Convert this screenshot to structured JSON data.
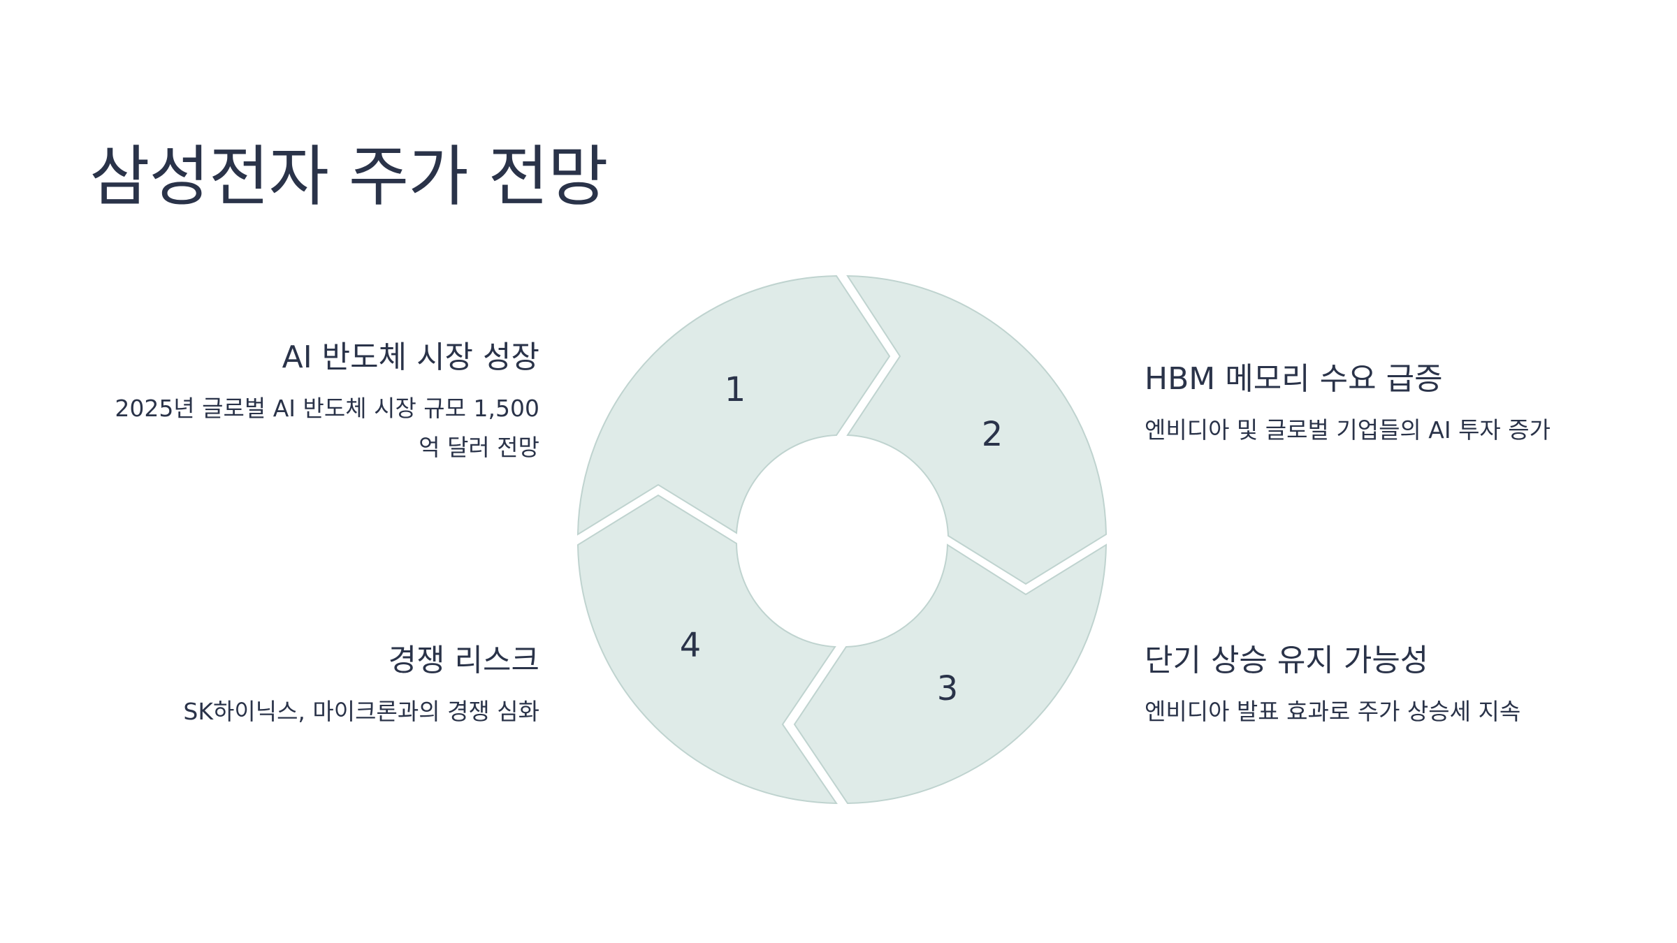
{
  "slide": {
    "title": "삼성전자 주가 전망"
  },
  "cycle": {
    "steps": [
      {
        "number": "1",
        "heading": "AI 반도체 시장 성장",
        "text": "2025년 글로벌 AI 반도체 시장 규모 1,500 억 달러 전망"
      },
      {
        "number": "2",
        "heading": "HBM 메모리 수요 급증",
        "text": "엔비디아 및 글로벌 기업들의 AI 투자 증가"
      },
      {
        "number": "3",
        "heading": "단기 상승 유지 가능성",
        "text": "엔비디아 발표 효과로 주가 상승세 지속"
      },
      {
        "number": "4",
        "heading": "경쟁 리스크",
        "text": "SK하이닉스, 마이크론과의 경쟁 심화"
      }
    ]
  },
  "colors": {
    "segment_fill": "#dfebe8",
    "segment_stroke": "#bfd3cf",
    "text": "#2a3349"
  }
}
